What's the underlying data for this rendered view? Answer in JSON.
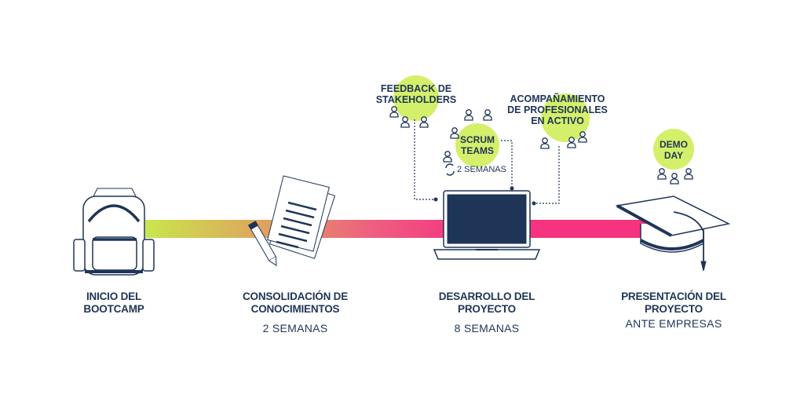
{
  "colors": {
    "navy": "#1e3557",
    "lime": "#d4ef6a",
    "pink": "#f5337f",
    "bar_start": "#c8e64c"
  },
  "milestones": [
    {
      "title_1": "INICIO DEL",
      "title_2": "BOOTCAMP",
      "icon": "backpack-icon"
    },
    {
      "title_1": "CONSOLIDACIÓN DE",
      "title_2": "CONOCIMIENTOS",
      "duration": "2 SEMANAS",
      "icon": "documents-pencil-icon"
    },
    {
      "title_1": "DESARROLLO DEL",
      "title_2": "PROYECTO",
      "duration": "8 SEMANAS",
      "icon": "laptop-icon"
    },
    {
      "title_1": "PRESENTACIÓN DEL",
      "title_2": "PROYECTO",
      "duration": "ANTE EMPRESAS",
      "icon": "graduation-cap-icon"
    }
  ],
  "bubbles": {
    "feedback": {
      "line_1": "FEEDBACK DE",
      "line_2": "STAKEHOLDERS"
    },
    "scrum": {
      "line_1": "SCRUM",
      "line_2": "TEAMS",
      "cycle": "2 SEMANAS"
    },
    "mentoring": {
      "line_1": "ACOMPAÑAMIENTO",
      "line_2": "DE PROFESIONALES",
      "line_3": "EN ACTIVO"
    },
    "demo": {
      "line_1": "DEMO",
      "line_2": "DAY"
    }
  }
}
